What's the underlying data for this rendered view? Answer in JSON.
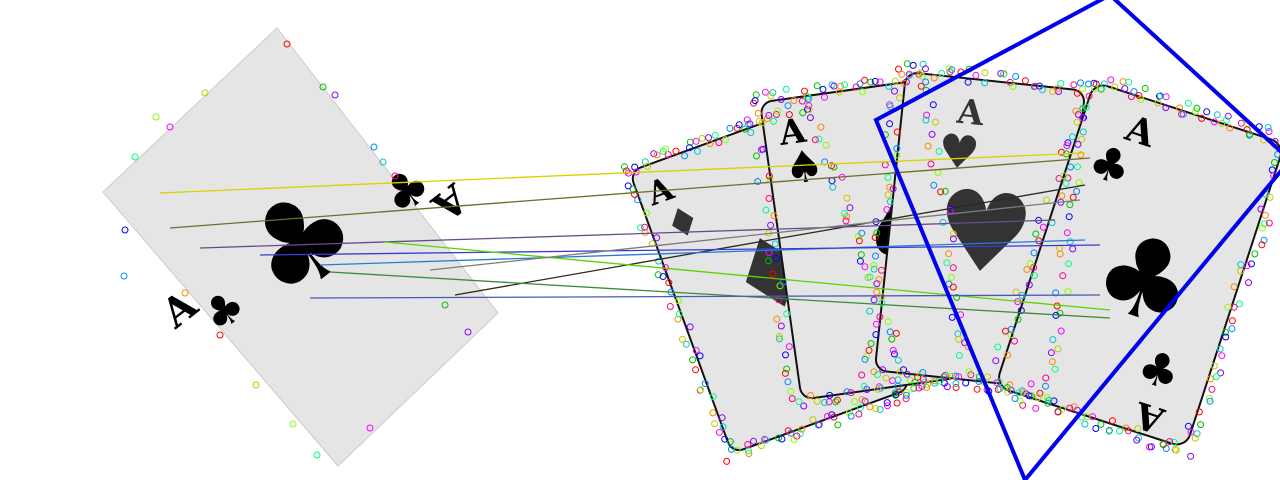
{
  "scene": {
    "background": "#ffffff",
    "card_fill": "#e5e5e5",
    "ink": "#000000",
    "bbox_color": "#0000ee",
    "keypoint_palette": [
      "#ff0000",
      "#00c000",
      "#0000ff",
      "#ff00ff",
      "#00c8c8",
      "#c8c800",
      "#8800ff",
      "#ff8800",
      "#00ff88",
      "#ff0088",
      "#88ff00",
      "#0088ff"
    ]
  },
  "cards": {
    "query": {
      "rank": "A",
      "suit": "clubs"
    },
    "train": [
      {
        "rank": "A",
        "suit": "diamonds"
      },
      {
        "rank": "A",
        "suit": "spades"
      },
      {
        "rank": "A",
        "suit": "hearts"
      },
      {
        "rank": "A",
        "suit": "clubs"
      }
    ]
  },
  "matches": {
    "count": 10,
    "colors": [
      "#d4d400",
      "#6e6e2a",
      "#2a2a1a",
      "#2a7ad4",
      "#6a4a8a",
      "#3a3ad4",
      "#5ad400",
      "#3a8a3a",
      "#4a5ab4",
      "#7a7a7a"
    ]
  },
  "detection": {
    "label": "matched region",
    "shape": "rotated-rectangle",
    "color": "#0000ee"
  }
}
